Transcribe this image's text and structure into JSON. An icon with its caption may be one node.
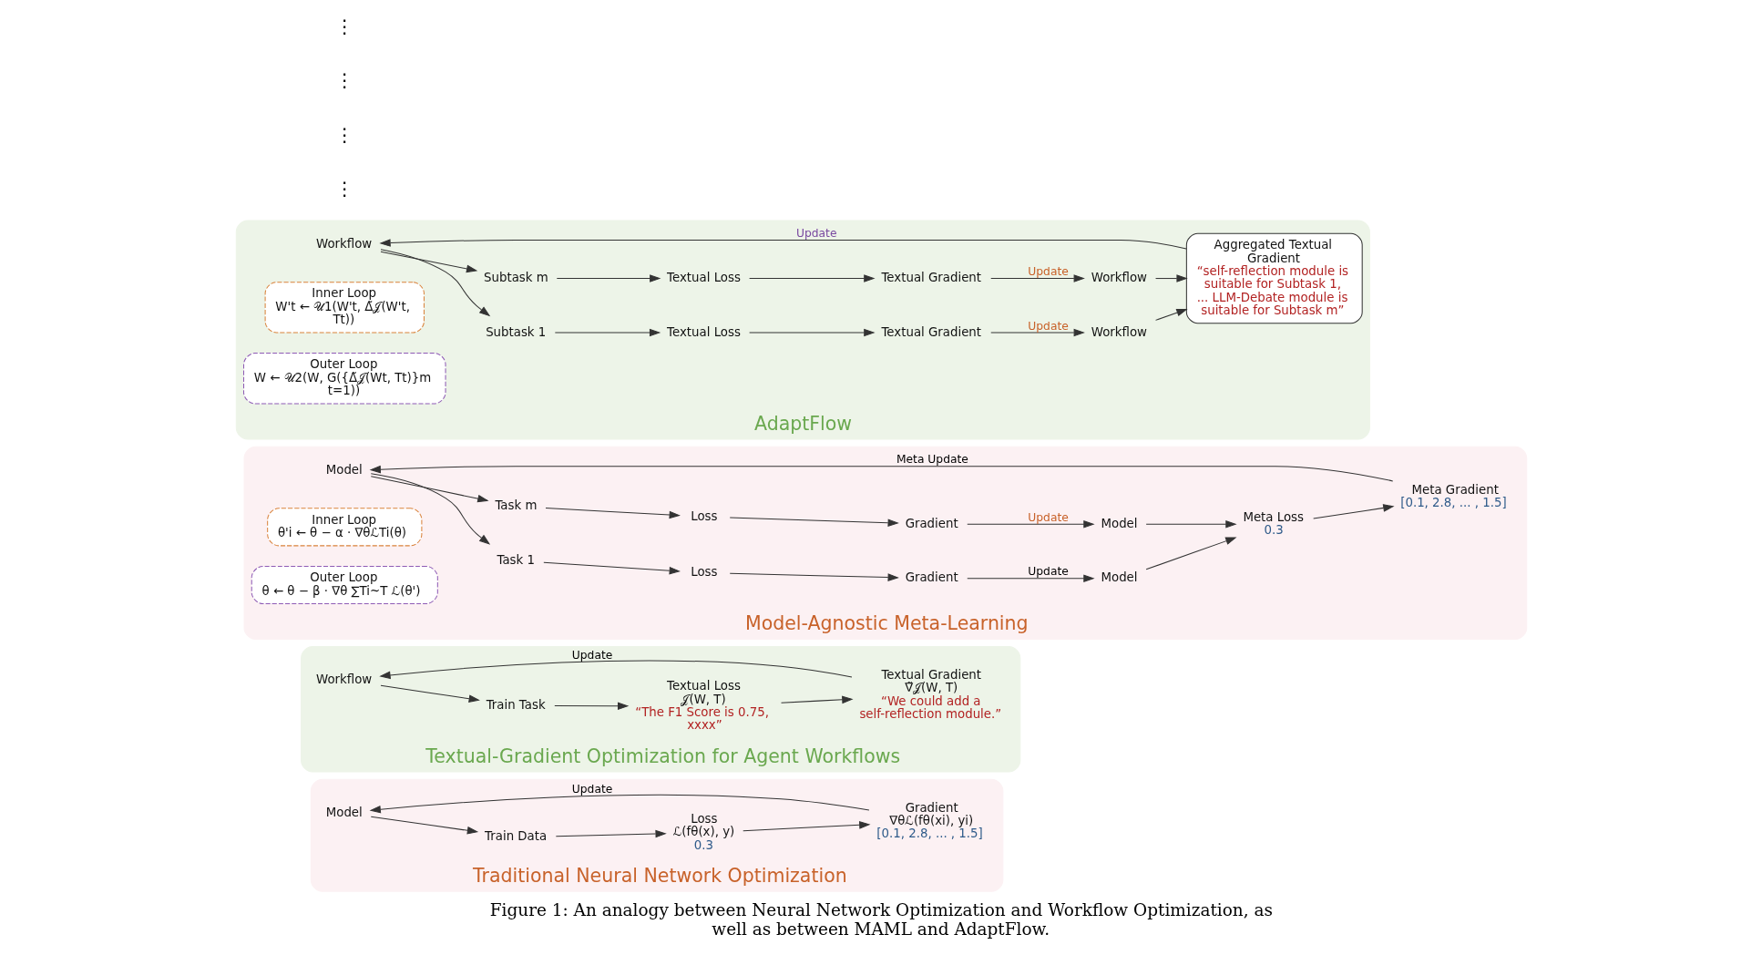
{
  "diagram": {
    "caption": "Figure 1: An analogy between Neural Network Optimization and Workflow Optimization, as well as between MAML and AdaptFlow.",
    "nodes": [
      {
        "text": [
          "Traditional Neural Network Optimization"
        ]
      },
      {
        "text": [
          "Model"
        ],
        "in": 0
      },
      {
        "text": [
          "Train Data"
        ],
        "in": 0
      },
      {
        "text": [
          "Loss",
          "ℒ(fθ(x), y)",
          "0.3"
        ],
        "in": 0
      },
      {
        "text": [
          "Gradient",
          "∇θℒ(fθ(xi), yi)",
          "[0.1, 2.8, ... , 1.5]"
        ],
        "in": 0
      },
      {
        "text": [
          "Textual-Gradient Optimization for Agent Workflows"
        ]
      },
      {
        "text": [
          "Workflow"
        ],
        "in": 5
      },
      {
        "text": [
          "Train Task"
        ],
        "in": 5
      },
      {
        "text": [
          "Textual Loss",
          "𝒥(W, T)",
          "“The F1 Score is 0.75, xxxx”"
        ],
        "in": 5
      },
      {
        "text": [
          "Textual Gradient",
          "∇̃𝒥(W, T)",
          "“We could add a self-reflection module.”"
        ],
        "in": 5
      },
      {
        "text": [
          "Model-Agnostic Meta-Learning"
        ]
      },
      {
        "text": [
          "Model"
        ],
        "in": 10
      },
      {
        "text": [
          "Task 1"
        ],
        "in": 10
      },
      {
        "text": [
          "Loss"
        ],
        "in": 10
      },
      {
        "text": [
          "Gradient"
        ],
        "in": 10
      },
      {
        "text": [
          "Model"
        ],
        "in": 10
      },
      {
        "text": [
          "Inner Loop",
          "θ'i ← θ − α · ∇θℒTi(θ)"
        ],
        "in": 10
      },
      {
        "text": [
          "Task m"
        ],
        "in": 10
      },
      {
        "text": [
          "Loss"
        ],
        "in": 10
      },
      {
        "text": [
          "Gradient"
        ],
        "in": 10
      },
      {
        "text": [
          "Model"
        ],
        "in": 10
      },
      {
        "text": [
          "Meta Loss",
          "0.3"
        ],
        "in": 10
      },
      {
        "text": [
          "Outer Loop",
          "θ ← θ − β · ∇θ ∑Ti~T ℒ(θ')"
        ],
        "in": 10
      },
      {
        "text": [
          "Meta Gradient",
          "[0.1, 2.8, ... , 1.5]"
        ],
        "in": 10
      },
      {
        "text": [
          "AdaptFlow"
        ]
      },
      {
        "text": [
          "Workflow"
        ],
        "in": 24
      },
      {
        "text": [
          "Subtask 1"
        ],
        "in": 24
      },
      {
        "text": [
          "Textual Loss"
        ],
        "in": 24
      },
      {
        "text": [
          "Textual Gradient"
        ],
        "in": 24
      },
      {
        "text": [
          "Workflow"
        ],
        "in": 24
      },
      {
        "text": [
          "Inner Loop",
          "W't ← 𝒰1(W't, Δ̃𝒥(W't, Tt))"
        ],
        "in": 24
      },
      {
        "text": [
          "Subtask m"
        ],
        "in": 24
      },
      {
        "text": [
          "Textual Loss"
        ],
        "in": 24
      },
      {
        "text": [
          "Textual Gradient"
        ],
        "in": 24
      },
      {
        "text": [
          "Workflow"
        ],
        "in": 24
      },
      {
        "text": [
          "Aggregated Textual Gradient",
          "“self-reflection module is suitable for Subtask 1, ... LLM-Debate module is suitable for Subtask m”"
        ],
        "in": 24
      },
      {
        "text": [
          "Outer Loop",
          "W ← 𝒰2(W, G({Δ̃𝒥(Wt, Tt)}m t=1))"
        ],
        "in": 24
      }
    ],
    "edges": [
      {
        "from": 1,
        "to": 2,
        "arrow": "to"
      },
      {
        "from": 2,
        "to": 3,
        "arrow": "to"
      },
      {
        "from": 3,
        "to": 4,
        "arrow": "to"
      },
      {
        "from": 4,
        "to": 1,
        "arrow": "to",
        "label": "Update"
      },
      {
        "from": 6,
        "to": 7,
        "arrow": "to"
      },
      {
        "from": 7,
        "to": 8,
        "arrow": "to"
      },
      {
        "from": 8,
        "to": 9,
        "arrow": "to"
      },
      {
        "from": 9,
        "to": 6,
        "arrow": "to",
        "label": "Update"
      },
      {
        "from": 11,
        "to": 12,
        "arrow": "to"
      },
      {
        "from": 11,
        "to": 17,
        "arrow": "to"
      },
      {
        "from": 12,
        "to": 13,
        "arrow": "to"
      },
      {
        "from": 13,
        "to": 14,
        "arrow": "to"
      },
      {
        "from": 14,
        "to": 15,
        "arrow": "to",
        "label": "Update"
      },
      {
        "from": 17,
        "to": 18,
        "arrow": "to"
      },
      {
        "from": 18,
        "to": 19,
        "arrow": "to"
      },
      {
        "from": 19,
        "to": 20,
        "arrow": "to",
        "label": "Update"
      },
      {
        "from": 15,
        "to": 21,
        "arrow": "to"
      },
      {
        "from": 20,
        "to": 21,
        "arrow": "to"
      },
      {
        "from": 21,
        "to": 23,
        "arrow": "to"
      },
      {
        "from": 23,
        "to": 11,
        "arrow": "to",
        "label": "Meta Update"
      },
      {
        "from": 25,
        "to": 26,
        "arrow": "to"
      },
      {
        "from": 25,
        "to": 31,
        "arrow": "to"
      },
      {
        "from": 26,
        "to": 27,
        "arrow": "to"
      },
      {
        "from": 27,
        "to": 28,
        "arrow": "to"
      },
      {
        "from": 28,
        "to": 29,
        "arrow": "to",
        "label": "Update"
      },
      {
        "from": 31,
        "to": 32,
        "arrow": "to"
      },
      {
        "from": 32,
        "to": 33,
        "arrow": "to"
      },
      {
        "from": 33,
        "to": 34,
        "arrow": "to",
        "label": "Update"
      },
      {
        "from": 29,
        "to": 35,
        "arrow": "to"
      },
      {
        "from": 34,
        "to": 35,
        "arrow": "to"
      },
      {
        "from": 35,
        "to": 25,
        "arrow": "to",
        "label": "Update"
      }
    ],
    "labels": [
      "⋮",
      "⋮",
      "⋮",
      "⋮"
    ]
  }
}
